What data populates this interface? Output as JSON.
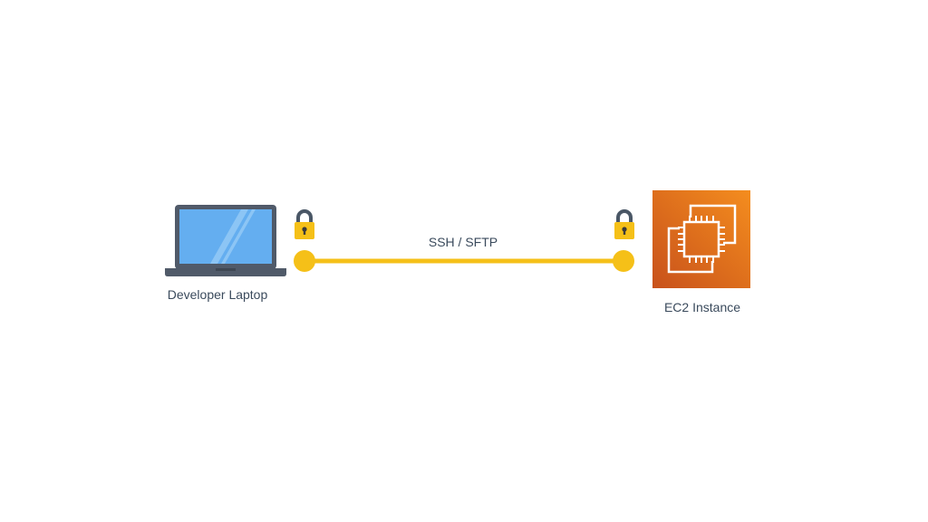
{
  "nodes": {
    "laptop": {
      "label": "Developer Laptop",
      "icon": "laptop-icon"
    },
    "ec2": {
      "label": "EC2 Instance",
      "icon": "ec2-chip-icon"
    }
  },
  "connection": {
    "label": "SSH / SFTP",
    "secured_icon": "padlock-icon"
  },
  "colors": {
    "connector": "#f5c018",
    "lock_body": "#f5c018",
    "lock_shackle": "#4a5766",
    "laptop_screen": "#64aef0",
    "laptop_frame": "#505a69",
    "ec2_gradient_start": "#c8511b",
    "ec2_gradient_end": "#f48d1e",
    "text": "#3a4a5c"
  }
}
